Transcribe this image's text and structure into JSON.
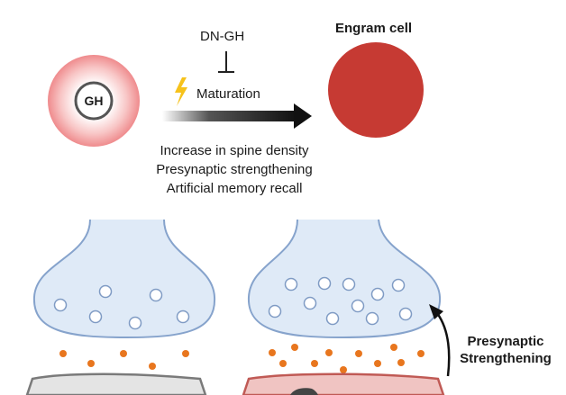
{
  "top": {
    "stem_cell_label": "GH",
    "inhibitor_label": "DN-GH",
    "process_label": "Maturation",
    "target_label": "Engram cell",
    "effects": [
      "Increase in spine density",
      "Presynaptic strengthening",
      "Artificial memory recall"
    ]
  },
  "bottom": {
    "arrow_label_line1": "Presynaptic",
    "arrow_label_line2": "Strengthening"
  },
  "colors": {
    "engram_cell": "#c63a33",
    "gh_cell_center": "#ffffff",
    "gh_cell_edge": "#f08f90",
    "terminal_fill": "#dfeaf7",
    "terminal_stroke": "#86a3cc",
    "neurotransmitter_dots": "#e8761e",
    "lightning": "#f6c21b",
    "arrow": "#111111",
    "post_left_fill": "#e4e4e4",
    "post_right_fill": "#f0c4c2"
  },
  "icons": {
    "bolt": "lightning-icon",
    "inhibit": "inhibition-t-icon"
  }
}
